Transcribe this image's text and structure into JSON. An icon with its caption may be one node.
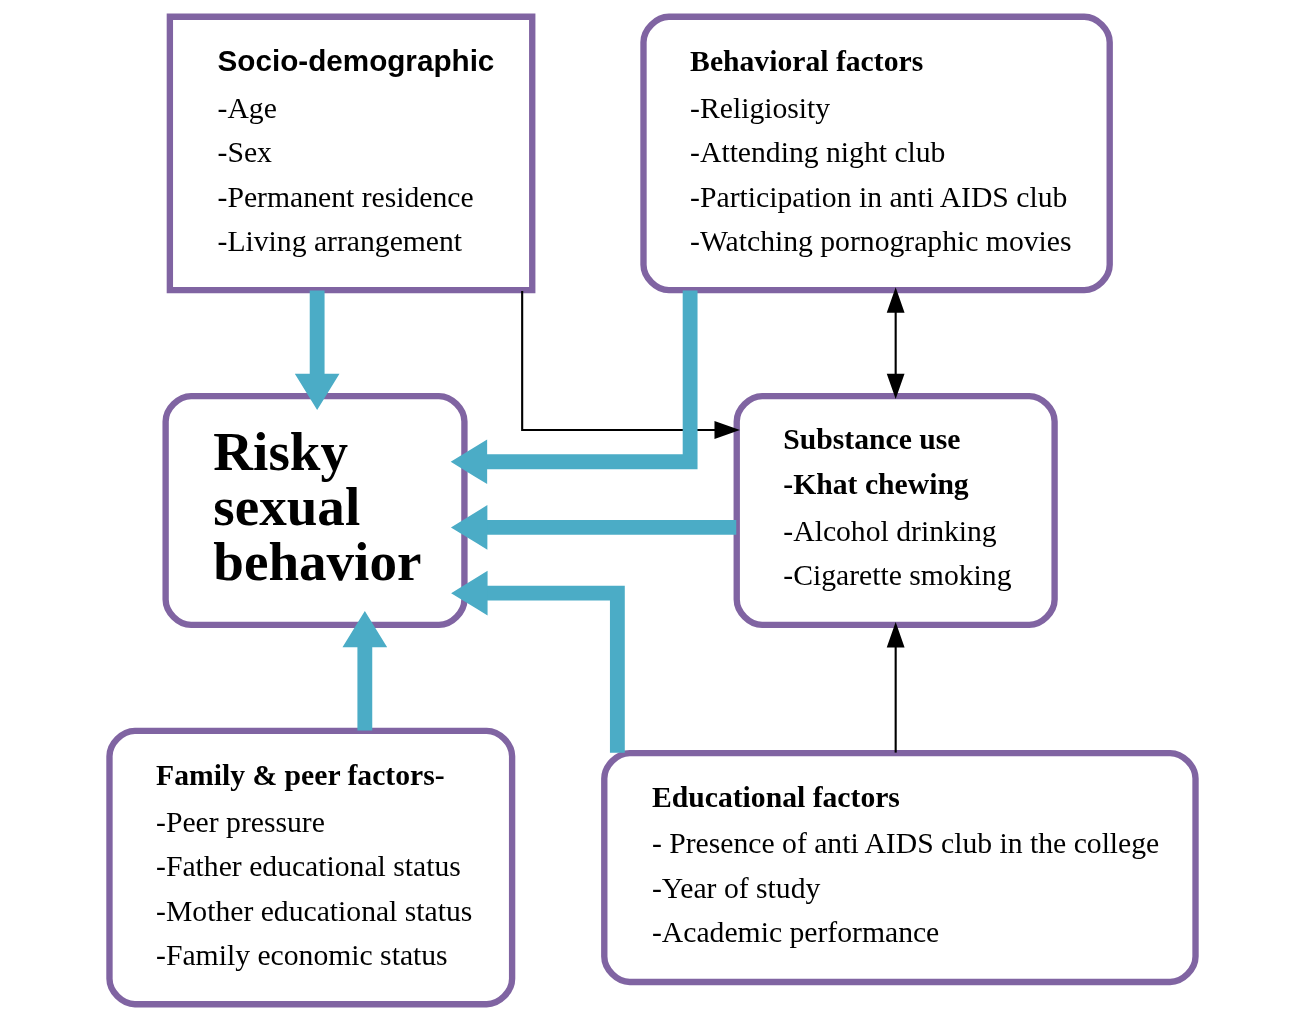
{
  "diagram": {
    "nodes": [
      {
        "text": [
          "Socio-demographic",
          "-Age",
          "-Sex",
          "-Permanent residence",
          "-Living arrangement"
        ]
      },
      {
        "text": [
          "Behavioral factors",
          "-Religiosity",
          "-Attending night club",
          "-Participation in anti AIDS club",
          "-Watching pornographic movies"
        ]
      },
      {
        "text": [
          "Risky sexual behavior"
        ]
      },
      {
        "text": [
          "Substance use",
          "-Khat chewing",
          "-Alcohol drinking",
          "-Cigarette smoking"
        ]
      },
      {
        "text": [
          "Family & peer factors-",
          "-Peer pressure",
          "-Father educational status",
          "-Mother educational status",
          "-Family economic status"
        ]
      },
      {
        "text": [
          "Educational factors",
          "- Presence of anti AIDS club in the college",
          "-Year of study",
          "-Academic performance"
        ]
      }
    ],
    "edges": [
      {
        "from": 0,
        "to": 2,
        "arrow": "to"
      },
      {
        "from": 4,
        "to": 2,
        "arrow": "to"
      },
      {
        "from": 1,
        "to": 2,
        "arrow": "to"
      },
      {
        "from": 3,
        "to": 2,
        "arrow": "to"
      },
      {
        "from": 5,
        "to": 2,
        "arrow": "to"
      },
      {
        "from": 1,
        "to": 3,
        "arrow": "both",
        "color": "#000000"
      },
      {
        "from": 0,
        "to": 3,
        "arrow": "to",
        "color": "#000000"
      },
      {
        "from": 5,
        "to": 3,
        "arrow": "to",
        "color": "#000000"
      }
    ]
  }
}
